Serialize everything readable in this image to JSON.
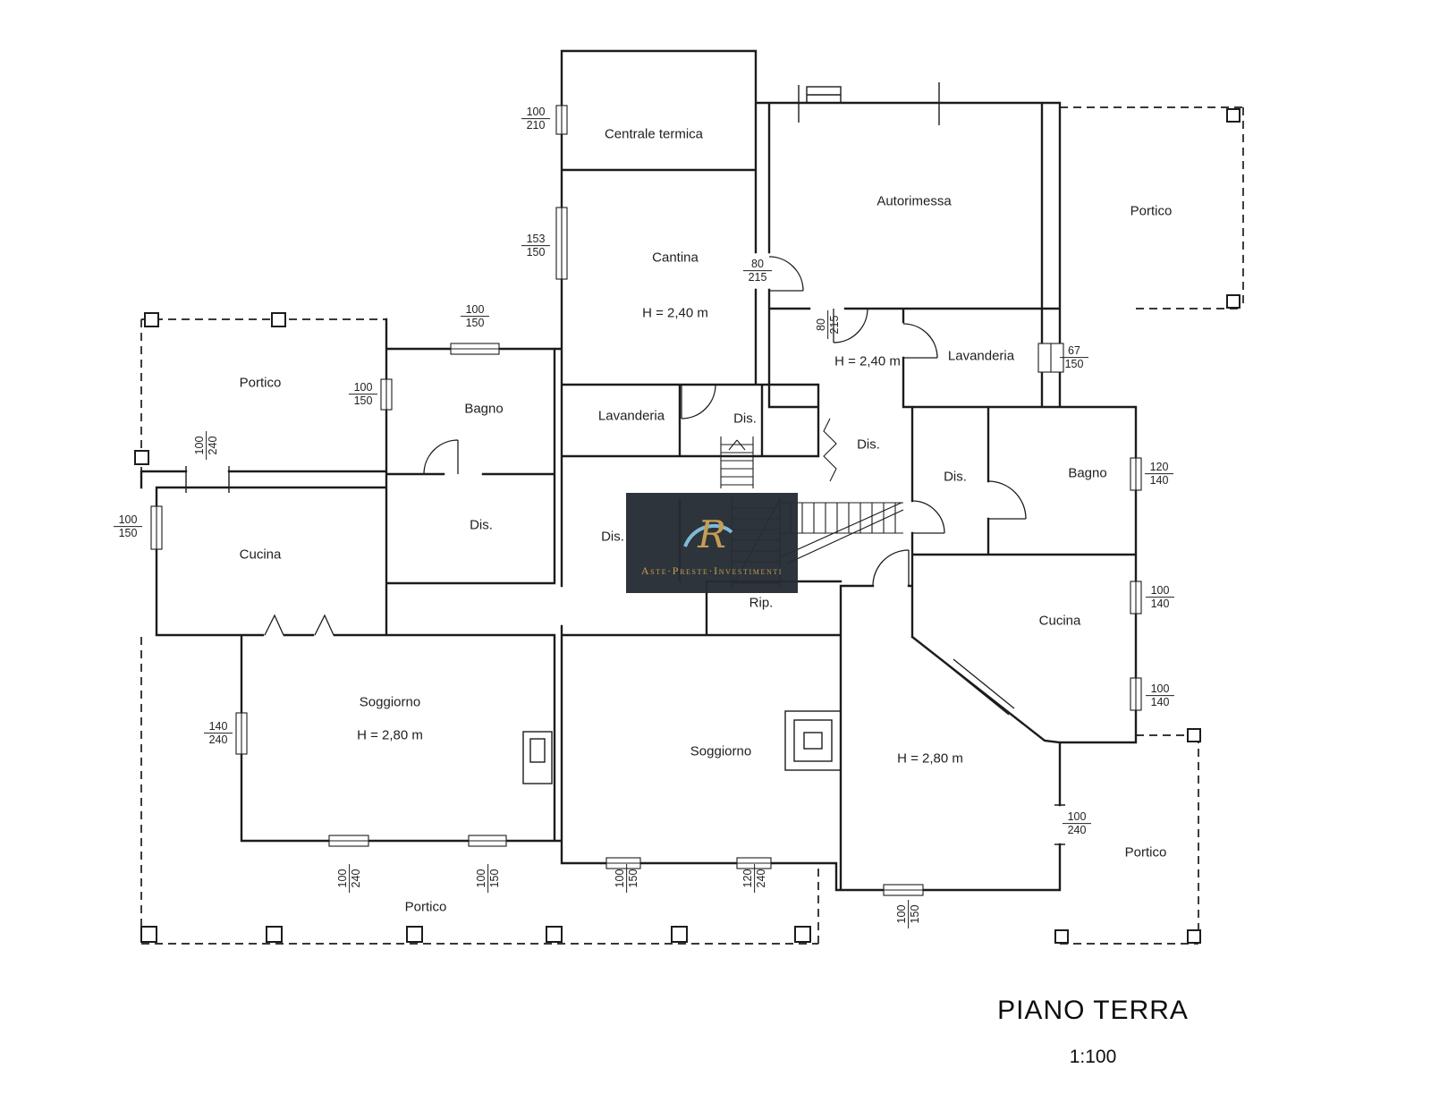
{
  "title": {
    "text": "PIANO TERRA",
    "scale": "1:100"
  },
  "watermark": {
    "monogram": "R",
    "caption": "Aste·Preste·Investimenti",
    "colors": {
      "background": "#262c34",
      "gold": "#c49a4d",
      "swirl": "#85c8e8"
    }
  },
  "colors": {
    "line": "#1c1c1c",
    "text": "#1f1f1f",
    "background": "#ffffff"
  },
  "rooms": [
    {
      "label": "Centrale termica"
    },
    {
      "label": "Cantina"
    },
    {
      "label": "H = 2,40 m"
    },
    {
      "label": "Autorimessa"
    },
    {
      "label": "Portico"
    },
    {
      "label": "H = 2,40 m"
    },
    {
      "label": "Lavanderia"
    },
    {
      "label": "Portico"
    },
    {
      "label": "Bagno"
    },
    {
      "label": "Lavanderia"
    },
    {
      "label": "Dis."
    },
    {
      "label": "Dis."
    },
    {
      "label": "Dis."
    },
    {
      "label": "Bagno"
    },
    {
      "label": "Dis."
    },
    {
      "label": "Dis."
    },
    {
      "label": "Cucina"
    },
    {
      "label": "Rip."
    },
    {
      "label": "Cucina"
    },
    {
      "label": "Soggiorno"
    },
    {
      "label": "H = 2,80 m"
    },
    {
      "label": "Soggiorno"
    },
    {
      "label": "H = 2,80 m"
    },
    {
      "label": "Portico"
    },
    {
      "label": "Portico"
    }
  ],
  "dims": [
    {
      "a": "100",
      "b": "210"
    },
    {
      "a": "153",
      "b": "150"
    },
    {
      "a": "100",
      "b": "150"
    },
    {
      "a": "100",
      "b": "150"
    },
    {
      "a": "100",
      "b": "240"
    },
    {
      "a": "100",
      "b": "150"
    },
    {
      "a": "80",
      "b": "215"
    },
    {
      "a": "80",
      "b": "215"
    },
    {
      "a": "67",
      "b": "150"
    },
    {
      "a": "120",
      "b": "140"
    },
    {
      "a": "100",
      "b": "140"
    },
    {
      "a": "100",
      "b": "140"
    },
    {
      "a": "140",
      "b": "240"
    },
    {
      "a": "100",
      "b": "240"
    },
    {
      "a": "100",
      "b": "240"
    },
    {
      "a": "100",
      "b": "150"
    },
    {
      "a": "100",
      "b": "150"
    },
    {
      "a": "120",
      "b": "240"
    },
    {
      "a": "100",
      "b": "150"
    }
  ]
}
